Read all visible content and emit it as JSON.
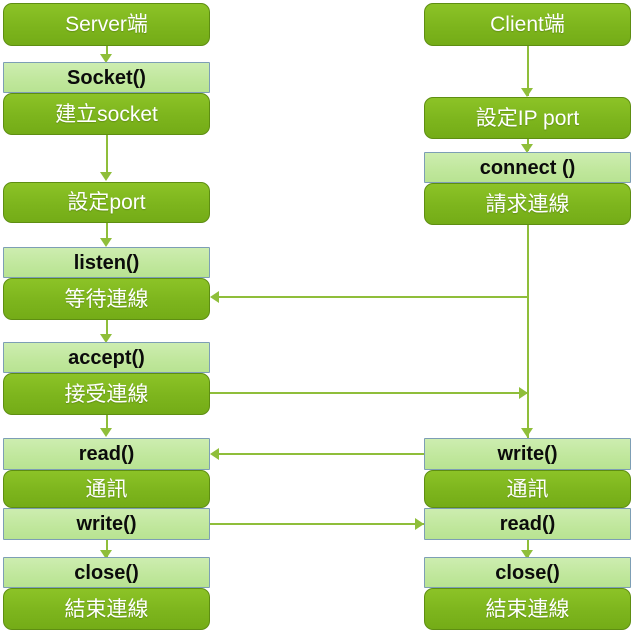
{
  "diagram": {
    "title_server": "Server端",
    "title_client": "Client端",
    "accent_dark_green": "#7DB51D",
    "accent_light_green": "#C0E79C",
    "connector_green": "#8FBE3A",
    "light_box_border": "#7D9EB5"
  },
  "server": {
    "header": "Server端",
    "steps": [
      {
        "call": "Socket()",
        "desc": "建立socket"
      },
      {
        "call": "",
        "desc": "設定port"
      },
      {
        "call": "listen()",
        "desc": "等待連線"
      },
      {
        "call": "accept()",
        "desc": "接受連線"
      },
      {
        "call": "read()",
        "desc": "通訊"
      },
      {
        "call": "write()",
        "desc": ""
      },
      {
        "call": "close()",
        "desc": "結束連線"
      }
    ]
  },
  "client": {
    "header": "Client端",
    "steps": [
      {
        "call": "",
        "desc": "設定IP port"
      },
      {
        "call": "connect ()",
        "desc": "請求連線"
      },
      {
        "call": "write()",
        "desc": "通訊"
      },
      {
        "call": "read()",
        "desc": ""
      },
      {
        "call": "close()",
        "desc": "結束連線"
      }
    ]
  },
  "labels": {
    "server_header": "Server端",
    "server_socket_call": "Socket()",
    "server_socket_desc": "建立socket",
    "server_setport_desc": "設定port",
    "server_listen_call": "listen()",
    "server_listen_desc": "等待連線",
    "server_accept_call": "accept()",
    "server_accept_desc": "接受連線",
    "server_read_call": "read()",
    "server_comm_desc": "通訊",
    "server_write_call": "write()",
    "server_close_call": "close()",
    "server_close_desc": "結束連線",
    "client_header": "Client端",
    "client_setip_desc": "設定IP port",
    "client_connect_call": "connect ()",
    "client_connect_desc": "請求連線",
    "client_write_call": "write()",
    "client_comm_desc": "通訊",
    "client_read_call": "read()",
    "client_close_call": "close()",
    "client_close_desc": "結束連線"
  }
}
